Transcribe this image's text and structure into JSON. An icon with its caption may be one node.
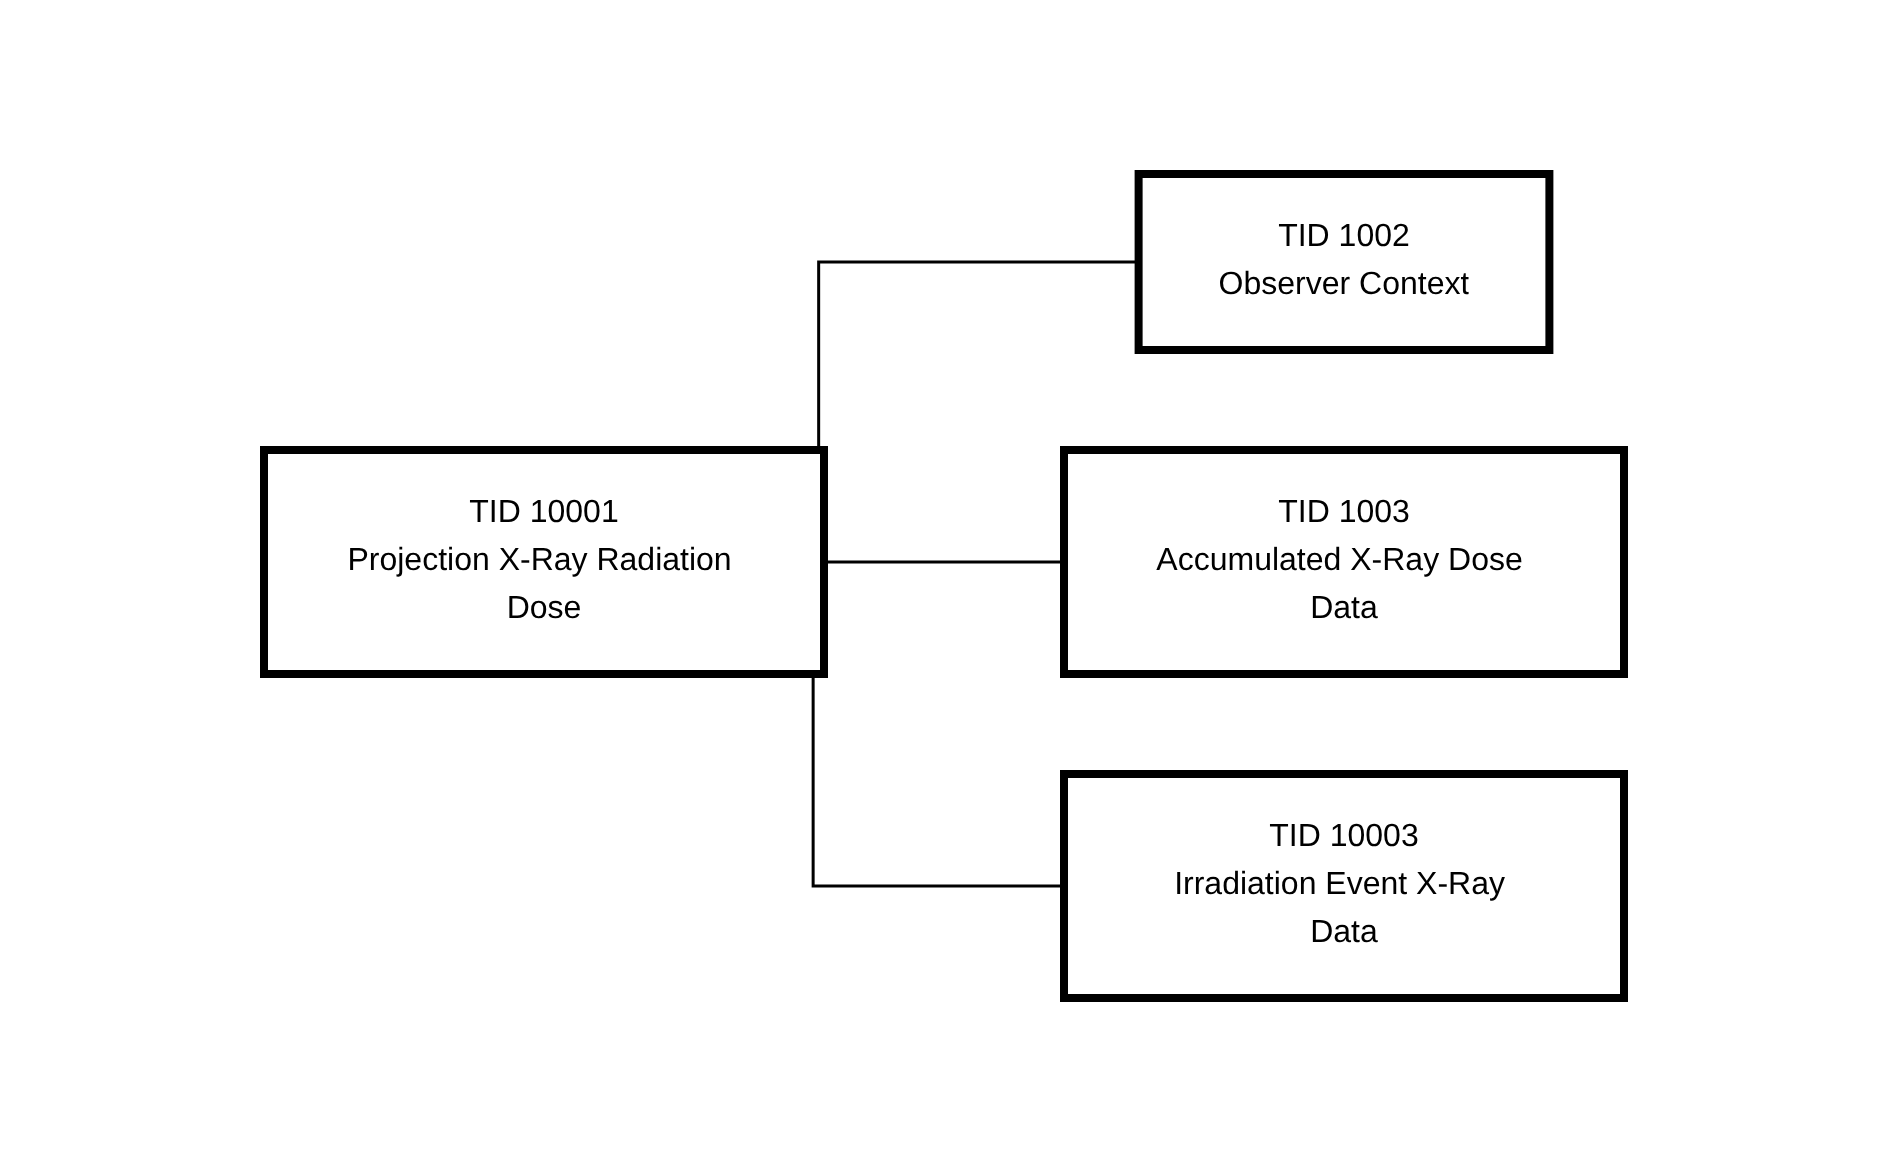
{
  "diagram": {
    "nodes": [
      {
        "text": [
          "TID 10001",
          "Projection X-Ray Radiation Dose"
        ]
      },
      {
        "text": [
          "TID 1002",
          "Observer Context"
        ]
      },
      {
        "text": [
          "TID 1003",
          "Accumulated X-Ray Dose Data"
        ]
      },
      {
        "text": [
          "TID 10003",
          "Irradiation Event X-Ray Data"
        ]
      }
    ],
    "edges": [
      {
        "from": 0,
        "to": 1,
        "arrow": "none"
      },
      {
        "from": 0,
        "to": 2,
        "arrow": "none"
      },
      {
        "from": 0,
        "to": 3,
        "arrow": "none"
      }
    ]
  }
}
